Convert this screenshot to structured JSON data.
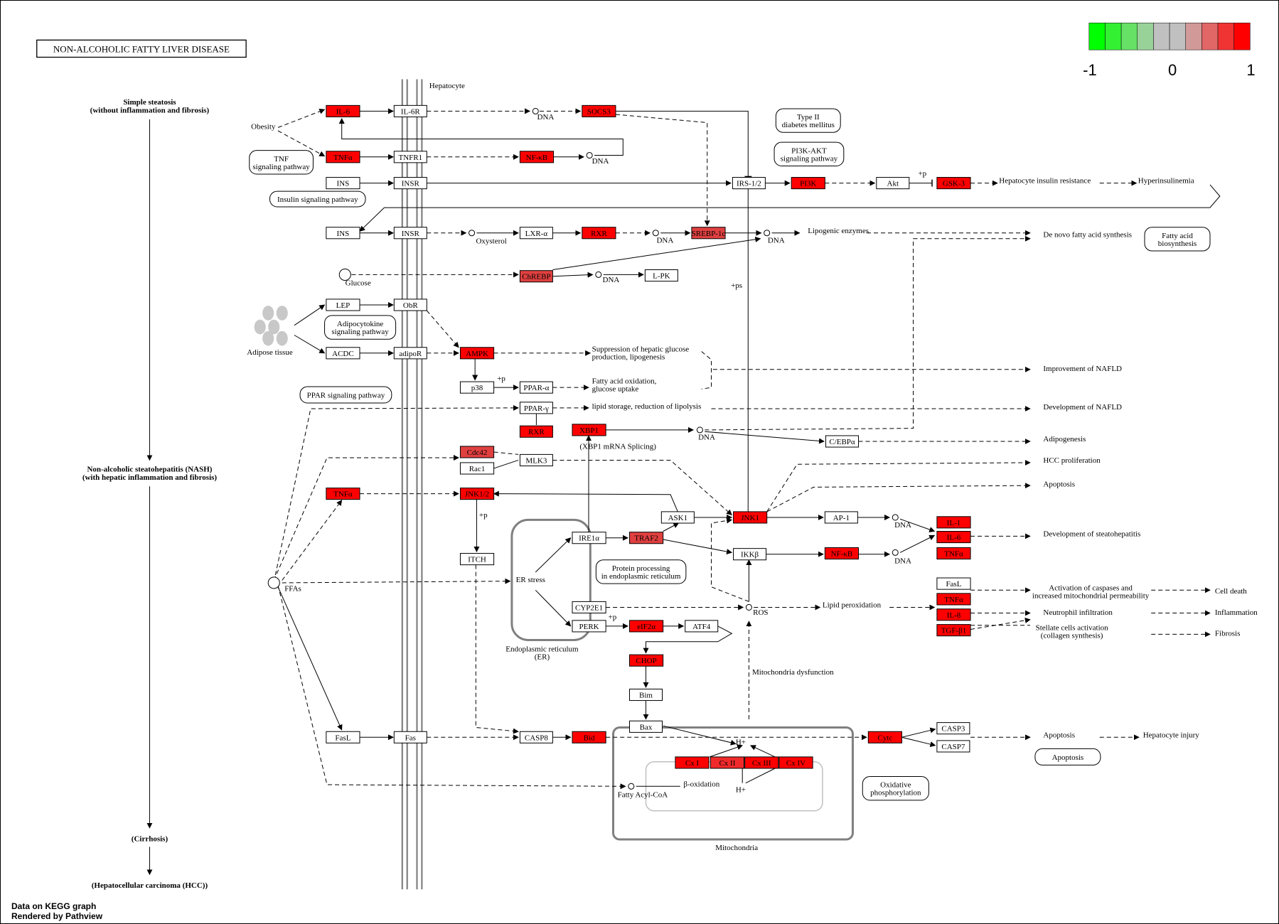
{
  "title": "NON-ALCOHOLIC FATTY LIVER DISEASE",
  "cell_label": "Hepatocyte",
  "legend": {
    "colors": [
      "#00ff00",
      "#33f033",
      "#66e166",
      "#99d299",
      "#c0c0c0",
      "#c0c0c0",
      "#d29999",
      "#e16666",
      "#f03333",
      "#ff0000"
    ],
    "ticks": [
      "-1",
      "0",
      "1"
    ]
  },
  "stages": [
    "Simple steatosis\n(without inflammation and fibrosis)",
    "Non-alcoholic steatohepatitis (NASH)\n(with hepatic inflammation and fibrosis)",
    "(Cirrhosis)",
    "(Hepatocellular carcinoma (HCC))"
  ],
  "footer": [
    "Data on KEGG graph",
    "Rendered by Pathview"
  ],
  "nodes": [
    {
      "id": "il6a",
      "label": "IL-6",
      "fill": "red"
    },
    {
      "id": "il6r",
      "label": "IL-6R",
      "fill": "white"
    },
    {
      "id": "socs3",
      "label": "SOCS3",
      "fill": "red"
    },
    {
      "id": "tnfa1",
      "label": "TNFα",
      "fill": "red"
    },
    {
      "id": "tnfr1",
      "label": "TNFR1",
      "fill": "white"
    },
    {
      "id": "nfkb1",
      "label": "NF-κB",
      "fill": "red"
    },
    {
      "id": "ins1",
      "label": "INS",
      "fill": "white"
    },
    {
      "id": "insr1",
      "label": "INSR",
      "fill": "white"
    },
    {
      "id": "irs",
      "label": "IRS-1/2",
      "fill": "white"
    },
    {
      "id": "pi3k",
      "label": "PI3K",
      "fill": "red"
    },
    {
      "id": "akt",
      "label": "Akt",
      "fill": "white"
    },
    {
      "id": "gsk3",
      "label": "GSK-3",
      "fill": "red"
    },
    {
      "id": "ins2",
      "label": "INS",
      "fill": "white"
    },
    {
      "id": "insr2",
      "label": "INSR",
      "fill": "white"
    },
    {
      "id": "lxra",
      "label": "LXR-α",
      "fill": "white"
    },
    {
      "id": "rxr1",
      "label": "RXR",
      "fill": "red"
    },
    {
      "id": "srebp",
      "label": "SREBP-1c",
      "fill": "mid"
    },
    {
      "id": "chrebp",
      "label": "ChREBP",
      "fill": "mid"
    },
    {
      "id": "lpk",
      "label": "L-PK",
      "fill": "white"
    },
    {
      "id": "lep",
      "label": "LEP",
      "fill": "white"
    },
    {
      "id": "obr",
      "label": "ObR",
      "fill": "white"
    },
    {
      "id": "acdc",
      "label": "ACDC",
      "fill": "white"
    },
    {
      "id": "adipor",
      "label": "adipoR",
      "fill": "white"
    },
    {
      "id": "ampk",
      "label": "AMPK",
      "fill": "red"
    },
    {
      "id": "p38",
      "label": "p38",
      "fill": "white"
    },
    {
      "id": "ppara",
      "label": "PPAR-α",
      "fill": "white"
    },
    {
      "id": "pparg",
      "label": "PPAR-γ",
      "fill": "white"
    },
    {
      "id": "rxr2",
      "label": "RXR",
      "fill": "red"
    },
    {
      "id": "xbp1",
      "label": "XBP1",
      "fill": "red"
    },
    {
      "id": "cebpa",
      "label": "C/EBPα",
      "fill": "white"
    },
    {
      "id": "cdc42",
      "label": "Cdc42",
      "fill": "mid"
    },
    {
      "id": "rac1",
      "label": "Rac1",
      "fill": "white"
    },
    {
      "id": "mlk3",
      "label": "MLK3",
      "fill": "white"
    },
    {
      "id": "tnfa2",
      "label": "TNFα",
      "fill": "red"
    },
    {
      "id": "jnk12",
      "label": "JNK1/2",
      "fill": "red"
    },
    {
      "id": "ask1",
      "label": "ASK1",
      "fill": "white"
    },
    {
      "id": "jnk1",
      "label": "JNK1",
      "fill": "red"
    },
    {
      "id": "ap1",
      "label": "AP-1",
      "fill": "white"
    },
    {
      "id": "ire1a",
      "label": "IRE1α",
      "fill": "white"
    },
    {
      "id": "traf2",
      "label": "TRAF2",
      "fill": "mid"
    },
    {
      "id": "ikkb",
      "label": "IKKβ",
      "fill": "white"
    },
    {
      "id": "nfkb2",
      "label": "NF-κB",
      "fill": "red"
    },
    {
      "id": "itch",
      "label": "ITCH",
      "fill": "white"
    },
    {
      "id": "il1",
      "label": "IL-1",
      "fill": "red"
    },
    {
      "id": "il6b",
      "label": "IL-6",
      "fill": "red"
    },
    {
      "id": "tnfa3",
      "label": "TNFα",
      "fill": "red"
    },
    {
      "id": "fasl2",
      "label": "FasL",
      "fill": "white"
    },
    {
      "id": "tnfa4",
      "label": "TNFα",
      "fill": "red"
    },
    {
      "id": "il8",
      "label": "IL-8",
      "fill": "red"
    },
    {
      "id": "tgfb1",
      "label": "TGF-β1",
      "fill": "red"
    },
    {
      "id": "cyp2e1",
      "label": "CYP2E1",
      "fill": "white"
    },
    {
      "id": "perk",
      "label": "PERK",
      "fill": "white"
    },
    {
      "id": "eif2a",
      "label": "eIF2α",
      "fill": "red"
    },
    {
      "id": "atf4",
      "label": "ATF4",
      "fill": "white"
    },
    {
      "id": "chop",
      "label": "CHOP",
      "fill": "red"
    },
    {
      "id": "bim",
      "label": "Bim",
      "fill": "white"
    },
    {
      "id": "bax",
      "label": "Bax",
      "fill": "white"
    },
    {
      "id": "fasl1",
      "label": "FasL",
      "fill": "white"
    },
    {
      "id": "fas",
      "label": "Fas",
      "fill": "white"
    },
    {
      "id": "casp8",
      "label": "CASP8",
      "fill": "white"
    },
    {
      "id": "bid",
      "label": "Bid",
      "fill": "red"
    },
    {
      "id": "cytc",
      "label": "Cytc",
      "fill": "red"
    },
    {
      "id": "casp3",
      "label": "CASP3",
      "fill": "white"
    },
    {
      "id": "casp7",
      "label": "CASP7",
      "fill": "white"
    },
    {
      "id": "cx1",
      "label": "Cx I",
      "fill": "red"
    },
    {
      "id": "cx2",
      "label": "Cx II",
      "fill": "mid2"
    },
    {
      "id": "cx3",
      "label": "Cx III",
      "fill": "red"
    },
    {
      "id": "cx4",
      "label": "Cx IV",
      "fill": "red"
    }
  ],
  "pathways": [
    {
      "id": "t2dm",
      "label": "Type II\ndiabetes mellitus"
    },
    {
      "id": "pi3kakt",
      "label": "PI3K-AKT\nsignaling pathway"
    },
    {
      "id": "tnfsig",
      "label": "TNF\nsignaling pathway"
    },
    {
      "id": "inssig",
      "label": "Insulin signaling pathway"
    },
    {
      "id": "adipo",
      "label": "Adipocytokine\nsignaling pathway"
    },
    {
      "id": "ppar",
      "label": "PPAR signaling pathway"
    },
    {
      "id": "fab",
      "label": "Fatty acid\nbiosynthesis"
    },
    {
      "id": "protein",
      "label": "Protein processing\nin endoplasmic reticulum"
    },
    {
      "id": "oxphos",
      "label": "Oxidative\nphosphorylation"
    },
    {
      "id": "apopt",
      "label": "Apoptosis"
    }
  ],
  "texts": [
    {
      "id": "obesity",
      "label": "Obesity"
    },
    {
      "id": "dna1",
      "label": "DNA"
    },
    {
      "id": "dna2",
      "label": "DNA"
    },
    {
      "id": "dna3",
      "label": "DNA"
    },
    {
      "id": "dna4",
      "label": "DNA"
    },
    {
      "id": "dna5",
      "label": "DNA"
    },
    {
      "id": "dna6",
      "label": "DNA"
    },
    {
      "id": "dna7",
      "label": "DNA"
    },
    {
      "id": "dna8",
      "label": "DNA"
    },
    {
      "id": "oxysterol",
      "label": "Oxysterol"
    },
    {
      "id": "glucose",
      "label": "Glucose"
    },
    {
      "id": "adipose",
      "label": "Adipose tissue"
    },
    {
      "id": "ffas",
      "label": "FFAs"
    },
    {
      "id": "hir",
      "label": "Hepatocyte insulin resistance"
    },
    {
      "id": "hyperins",
      "label": "Hyperinsulinemia"
    },
    {
      "id": "lipoenz",
      "label": "Lipogenic enzymes"
    },
    {
      "id": "denovo",
      "label": "De novo fatty acid synthesis"
    },
    {
      "id": "suppr",
      "label": "Suppression of hepatic glucose\nproduction, lipogenesis"
    },
    {
      "id": "faox",
      "label": "Fatty acid oxidation,\nglucose uptake"
    },
    {
      "id": "lipstor",
      "label": "lipid storage, reduction of lipolysis"
    },
    {
      "id": "improve",
      "label": "Improvement of NAFLD"
    },
    {
      "id": "develop",
      "label": "Development of NAFLD"
    },
    {
      "id": "adipogen",
      "label": "Adipogenesis"
    },
    {
      "id": "hccprol",
      "label": "HCC proliferation"
    },
    {
      "id": "apop1",
      "label": "Apoptosis"
    },
    {
      "id": "xbpspl",
      "label": "(XBP1 mRNA Splicing)"
    },
    {
      "id": "psplus",
      "label": "+ps"
    },
    {
      "id": "p1",
      "label": "+p"
    },
    {
      "id": "p2",
      "label": "+p"
    },
    {
      "id": "p3",
      "label": "+p"
    },
    {
      "id": "p4",
      "label": "+p"
    },
    {
      "id": "devsteato",
      "label": "Development of steatohepatitis"
    },
    {
      "id": "erstress",
      "label": "ER stress"
    },
    {
      "id": "er",
      "label": "Endoplasmic reticulum\n(ER)"
    },
    {
      "id": "ros",
      "label": "ROS"
    },
    {
      "id": "lipperox",
      "label": "Lipid peroxidation"
    },
    {
      "id": "activ",
      "label": "Activation of caspases and\nincreased mitochondrial permeability"
    },
    {
      "id": "celldeath",
      "label": "Cell death"
    },
    {
      "id": "neutro",
      "label": "Neutrophil infiltration"
    },
    {
      "id": "inflam",
      "label": "Inflammation"
    },
    {
      "id": "stellate",
      "label": "Stellate cells activation\n(collagen synthesis)"
    },
    {
      "id": "fibrosis",
      "label": "Fibrosis"
    },
    {
      "id": "mitodys",
      "label": "Mitochondria dysfunction"
    },
    {
      "id": "apop2",
      "label": "Apoptosis"
    },
    {
      "id": "hepinj",
      "label": "Hepatocyte injury"
    },
    {
      "id": "facoa",
      "label": "Fatty Acyl-CoA"
    },
    {
      "id": "betaox",
      "label": "β-oxidation"
    },
    {
      "id": "hplus1",
      "label": "H+"
    },
    {
      "id": "hplus2",
      "label": "H+"
    },
    {
      "id": "mito",
      "label": "Mitochondria"
    }
  ]
}
